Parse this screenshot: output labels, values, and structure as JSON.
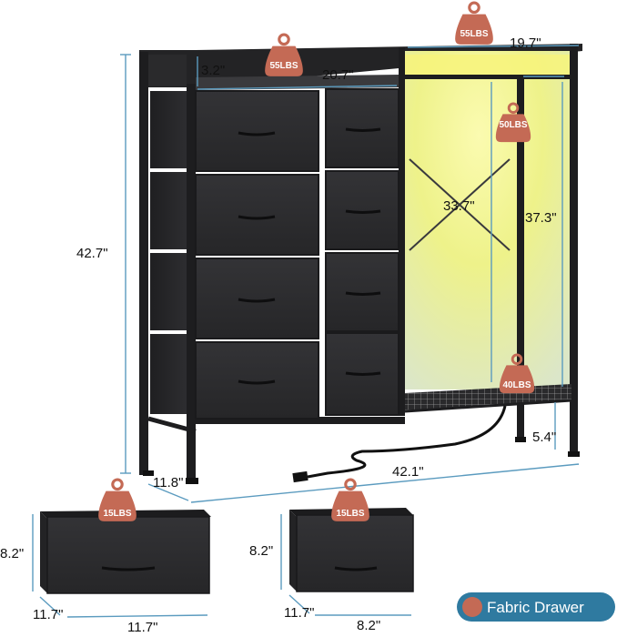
{
  "dimensions": {
    "top_depth": "3.2\"",
    "drawer_width": "20.7\"",
    "shelf_width": "19.7\"",
    "total_height": "42.7\"",
    "inner_height_a": "33.7\"",
    "inner_height_b": "37.3\"",
    "bottom_clearance": "5.4\"",
    "depth": "11.8\"",
    "total_width": "42.1\"",
    "big_drawer_height": "8.2\"",
    "big_drawer_depth": "11.7\"",
    "big_drawer_width": "11.7\"",
    "small_drawer_height": "8.2\"",
    "small_drawer_depth": "11.7\"",
    "small_drawer_width": "8.2\""
  },
  "weights": {
    "top_left": "55LBS",
    "top_right": "55LBS",
    "rod": "50LBS",
    "bottom_shelf": "40LBS",
    "big_drawer": "15LBS",
    "small_drawer": "15LBS"
  },
  "legend": {
    "label": "Fabric Drawer"
  },
  "colors": {
    "weight_tag": "#c46a55",
    "legend_bg": "#2f7aa0",
    "dimension_line": "#5b9bbf",
    "frame": "#1d1d1f",
    "fabric": "#2b2b2d",
    "led_glow": "#f3f07a"
  }
}
